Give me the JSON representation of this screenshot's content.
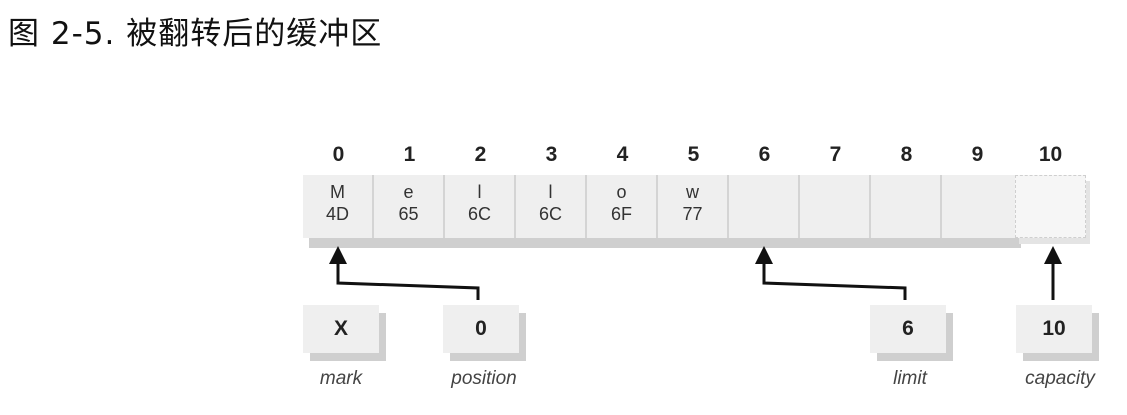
{
  "title": "图 2-5. 被翻转后的缓冲区",
  "buffer": {
    "indices": [
      "0",
      "1",
      "2",
      "3",
      "4",
      "5",
      "6",
      "7",
      "8",
      "9",
      "10"
    ],
    "cells": [
      {
        "char": "M",
        "hex": "4D"
      },
      {
        "char": "e",
        "hex": "65"
      },
      {
        "char": "l",
        "hex": "6C"
      },
      {
        "char": "l",
        "hex": "6C"
      },
      {
        "char": "o",
        "hex": "6F"
      },
      {
        "char": "w",
        "hex": "77"
      },
      {
        "char": "",
        "hex": ""
      },
      {
        "char": "",
        "hex": ""
      },
      {
        "char": "",
        "hex": ""
      },
      {
        "char": "",
        "hex": ""
      }
    ]
  },
  "pointers": {
    "mark": {
      "value": "X",
      "label": "mark"
    },
    "position": {
      "value": "0",
      "label": "position",
      "points_to": 0
    },
    "limit": {
      "value": "6",
      "label": "limit",
      "points_to": 6
    },
    "capacity": {
      "value": "10",
      "label": "capacity",
      "points_to": 10
    }
  },
  "colors": {
    "cell_fill": "#efefef",
    "shadow": "#cfcfcf",
    "arrow": "#111111"
  }
}
